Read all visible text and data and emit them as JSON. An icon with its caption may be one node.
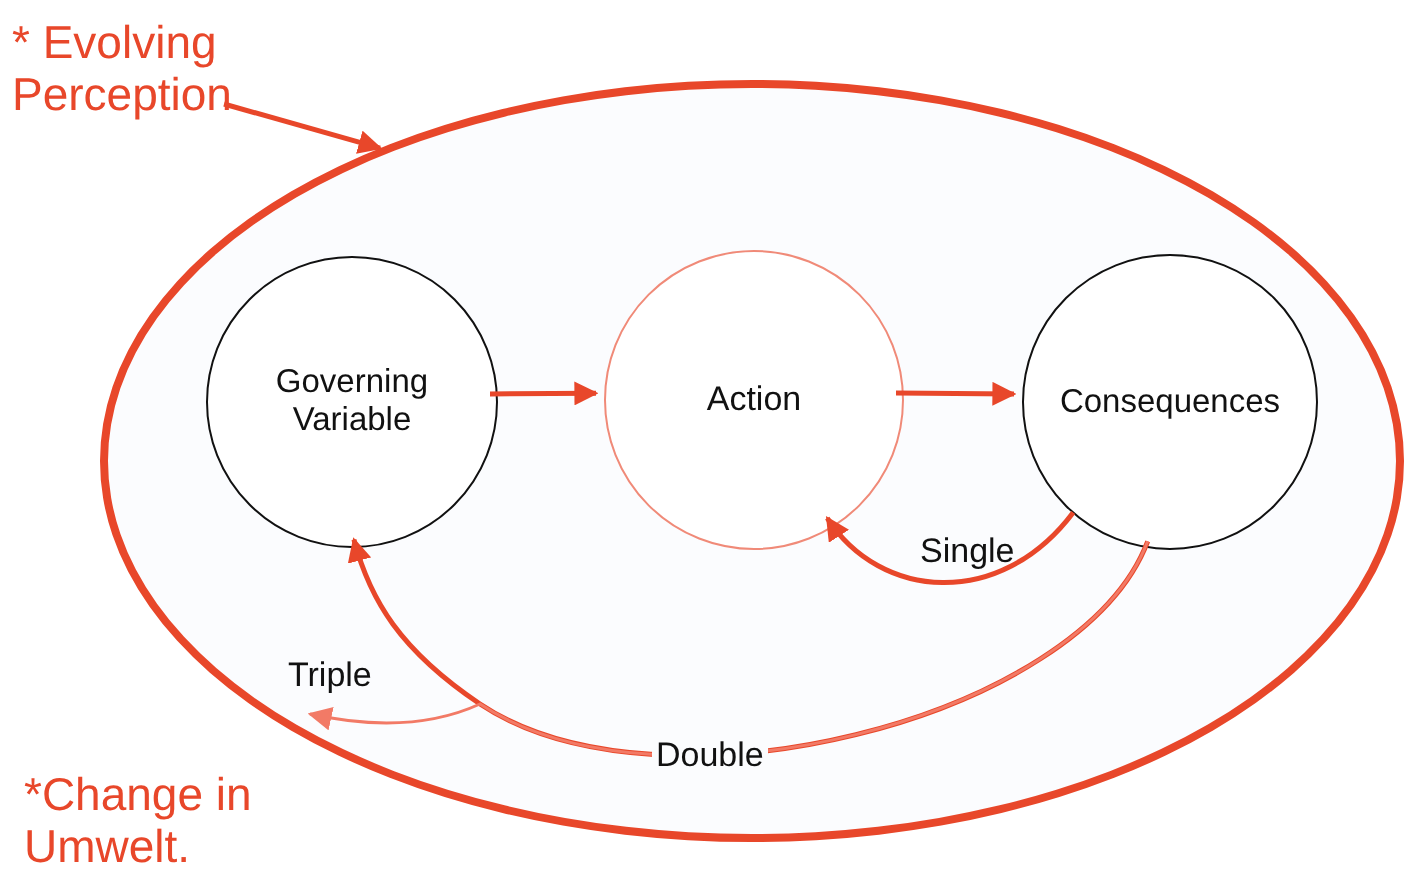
{
  "diagram": {
    "nodes": [
      {
        "text": [
          "* Evolving Perception"
        ]
      },
      {
        "text": [],
        "shape": "ellipse"
      },
      {
        "text": [
          "Governing Variable"
        ],
        "in": 1
      },
      {
        "text": [
          "Action"
        ],
        "in": 1
      },
      {
        "text": [
          "Consequences"
        ],
        "in": 1
      }
    ],
    "edges": [
      {
        "from": 0,
        "to": 1,
        "arrow": "to"
      },
      {
        "from": 2,
        "to": 3,
        "arrow": "to"
      },
      {
        "from": 3,
        "to": 4,
        "arrow": "to"
      },
      {
        "from": 4,
        "to": 3,
        "arrow": "to",
        "label": "Single"
      },
      {
        "from": 4,
        "to": 2,
        "arrow": "to",
        "label": "Double"
      },
      {
        "from": 4,
        "to": null,
        "arrow": "to",
        "label": "Triple",
        "color": "#f27a66"
      }
    ],
    "labels": [
      "*Change in Umwelt."
    ]
  }
}
